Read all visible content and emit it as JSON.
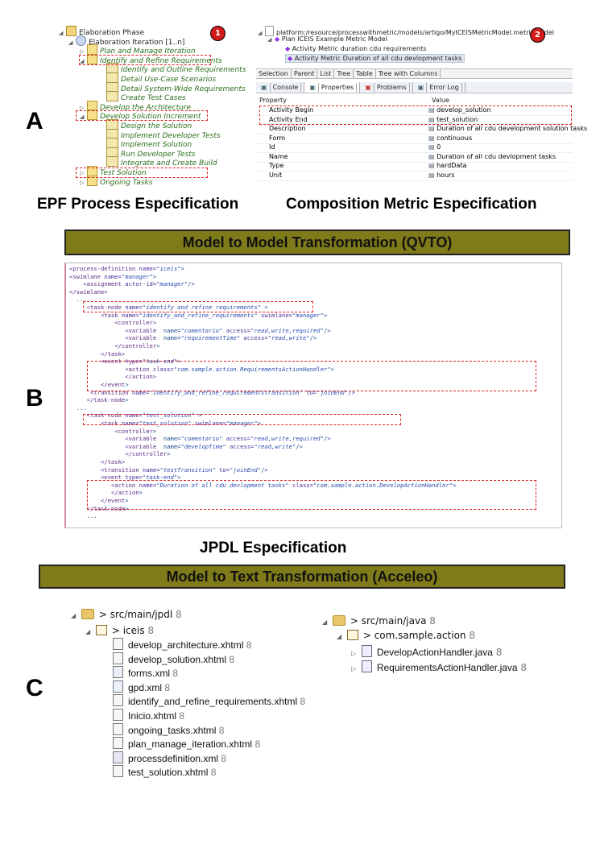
{
  "sectionA": {
    "letter": "A",
    "epf_tree": [
      {
        "label": "Elaboration Phase",
        "level": 0,
        "style": "plain",
        "icon": "phase-folder-icon"
      },
      {
        "label": "Elaboration Iteration [1..n]",
        "level": 1,
        "style": "plain",
        "icon": "iteration-icon"
      },
      {
        "label": "Plan and Manage Iteration",
        "level": 2,
        "style": "task",
        "icon": "activity-icon"
      },
      {
        "label": "Identify and Refine Requirements",
        "level": 2,
        "style": "task",
        "icon": "activity-icon"
      },
      {
        "label": "Identify and Outline Requirements",
        "level": 3,
        "style": "task",
        "icon": "task-icon"
      },
      {
        "label": "Detail Use-Case Scenarios",
        "level": 3,
        "style": "task",
        "icon": "task-icon"
      },
      {
        "label": "Detail System-Wide Requirements",
        "level": 3,
        "style": "task",
        "icon": "task-icon"
      },
      {
        "label": "Create Test Cases",
        "level": 3,
        "style": "task",
        "icon": "task-icon"
      },
      {
        "label": "Develop the Architecture",
        "level": 2,
        "style": "task",
        "icon": "activity-icon"
      },
      {
        "label": "Develop Solution Increment",
        "level": 2,
        "style": "task",
        "icon": "activity-icon"
      },
      {
        "label": "Design the Solution",
        "level": 3,
        "style": "task",
        "icon": "task-icon"
      },
      {
        "label": "Implement Developer Tests",
        "level": 3,
        "style": "task",
        "icon": "task-icon"
      },
      {
        "label": "Implement Solution",
        "level": 3,
        "style": "task",
        "icon": "task-icon"
      },
      {
        "label": "Run Developer Tests",
        "level": 3,
        "style": "task",
        "icon": "task-icon"
      },
      {
        "label": "Integrate and Create Build",
        "level": 3,
        "style": "task",
        "icon": "task-icon"
      },
      {
        "label": "Test Solution",
        "level": 2,
        "style": "task",
        "icon": "activity-icon"
      },
      {
        "label": "Ongoing Tasks",
        "level": 2,
        "style": "task",
        "icon": "activity-icon"
      }
    ],
    "badge1": "1",
    "badge2": "2",
    "metric_path": "platform:/resource/processwithmetric/models/artigo/MyICEISMetricModel.metricmodel",
    "metric_plan": "Plan ICEIS Example Metric Model",
    "metric_items": [
      "Activity Metric duration cdu requirements",
      "Activity Metric Duration of all cdu devlopment tasks"
    ],
    "tabs1": [
      "Selection",
      "Parent",
      "List",
      "Tree",
      "Table",
      "Tree with Columns"
    ],
    "tabs2": [
      "Console",
      "Properties",
      "Problems",
      "Error Log"
    ],
    "prop_header": [
      "Property",
      "Value"
    ],
    "props": [
      [
        "Activity Begin",
        "develop_solution"
      ],
      [
        "Activity End",
        "test_solution"
      ],
      [
        "Description",
        "Duration of all cdu development solution tasks"
      ],
      [
        "Form",
        "continuous"
      ],
      [
        "Id",
        "0"
      ],
      [
        "Name",
        "Duration of all cdu devlopment tasks"
      ],
      [
        "Type",
        "hardData"
      ],
      [
        "Unit",
        "hours"
      ]
    ],
    "caption_left": "EPF Process Especification",
    "caption_right": "Composition Metric Especification"
  },
  "banner1": "Model to Model Transformation (QVTO)",
  "sectionB": {
    "letter": "B",
    "code_lines": [
      "<process-definition name=\"iceis\">",
      "<swimlane name=\"manager\">",
      "    <assignment actor-id=\"manager\"/>",
      "</swimlane>",
      "  ...",
      "     <task-node name=\"identify and refine requirements\" >",
      "         <task name=\"identify_and_refine_requirements\" swimlane=\"manager\">",
      "             <controller>",
      "                <variable  name=\"comentario\" access=\"read,write,required\"/>",
      "                <variable  name=\"requirementTime\" access=\"read,write\"/>",
      "             </controller>",
      "         </task>",
      "         <event type=\"task-end\">",
      "                <action class=\"com.sample.action.RequirementsActionHandler\">",
      "                </action>",
      "         </event>",
      "      <transition name=\"identify_and_refine_requirementstransition\" to=\"joinEnd\"/>",
      "     </task-node>",
      "  ...",
      "     <task-node name=\"test_solution\" >",
      "         <task name=\"test_solution\" swimlane=\"manager\">",
      "             <controller>",
      "                <variable  name=\"comentario\" access=\"read,write,required\"/>",
      "                <variable  name=\"developTime\" access=\"read,write\"/>",
      "                </controller>",
      "         </task>",
      "         <transition name=\"testTransition\" to=\"joinEnd\"/>",
      "         <event type=\"task-end\">",
      "            <action name=\"Duration of all cdu devlopment tasks\" class=\"com.sample.action.DevelopActionHandler\">",
      "            </action>",
      "         </event>",
      "     </task-node>",
      "     ..."
    ],
    "caption": "JPDL  Especification"
  },
  "banner2": "Model to Text Transformation (Acceleo)",
  "sectionC": {
    "letter": "C",
    "jpdl_root": "> src/main/jpdl",
    "jpdl_pkg": "> iceis",
    "jpdl_files": [
      {
        "name": "develop_architecture.xhtml",
        "icon": "xhtml-file-icon"
      },
      {
        "name": "develop_solution.xhtml",
        "icon": "xhtml-file-icon"
      },
      {
        "name": "forms.xml",
        "icon": "xml-file-icon"
      },
      {
        "name": "gpd.xml",
        "icon": "xml-file-icon"
      },
      {
        "name": "identify_and_refine_requirements.xhtml",
        "icon": "xhtml-file-icon"
      },
      {
        "name": "Inicio.xhtml",
        "icon": "xhtml-file-icon"
      },
      {
        "name": "ongoing_tasks.xhtml",
        "icon": "xhtml-file-icon"
      },
      {
        "name": "plan_manage_iteration.xhtml",
        "icon": "xhtml-file-icon"
      },
      {
        "name": "processdefinition.xml",
        "icon": "process-file-icon"
      },
      {
        "name": "test_solution.xhtml",
        "icon": "xhtml-file-icon"
      }
    ],
    "java_root": "> src/main/java",
    "java_pkg": "> com.sample.action",
    "java_files": [
      "DevelopActionHandler.java",
      "RequirementsActionHandler.java"
    ],
    "rev": "8"
  }
}
